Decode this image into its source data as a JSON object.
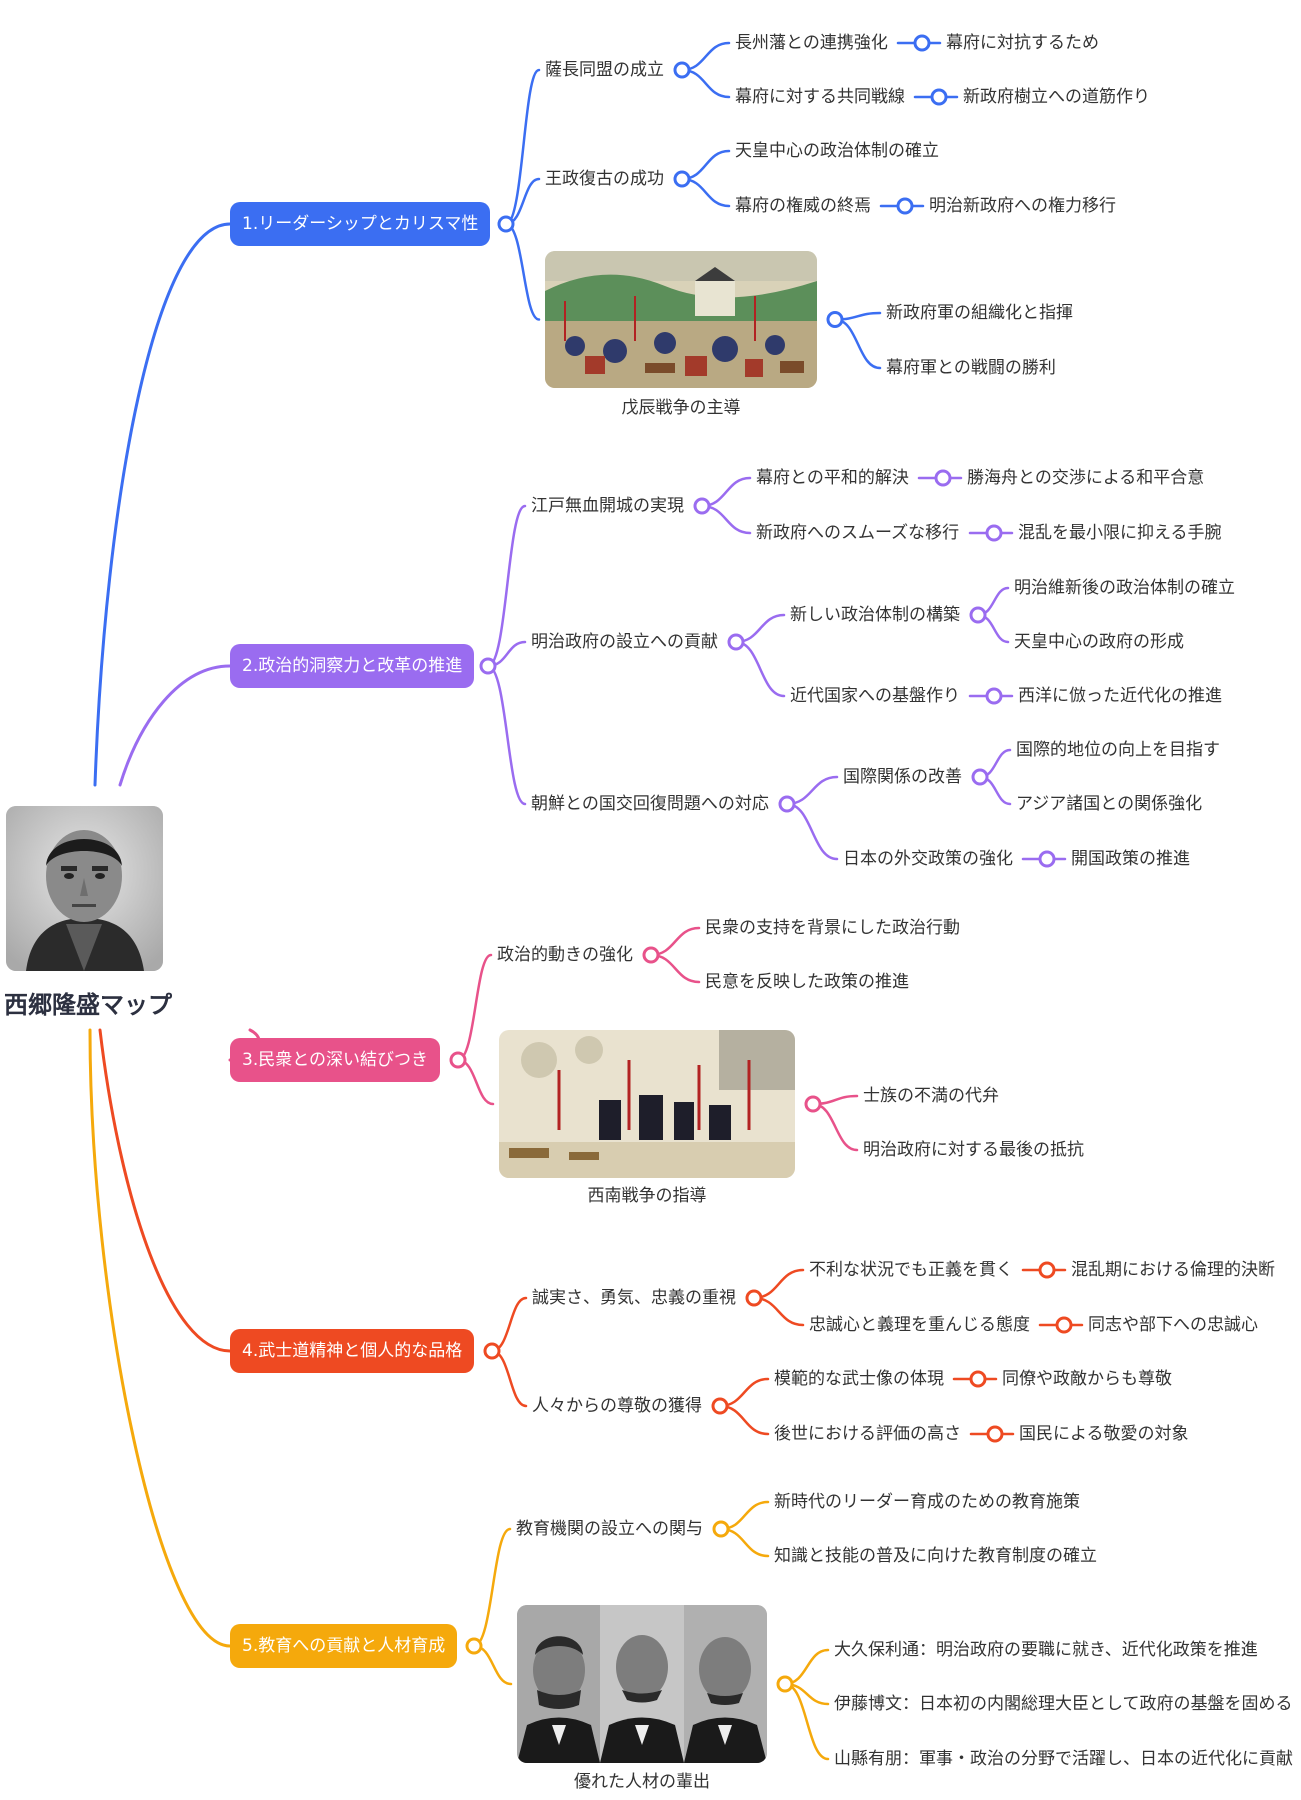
{
  "root": {
    "title": "西郷隆盛マップ",
    "portrait_icon": "portrait-saigo"
  },
  "branches": [
    {
      "label": "1.リーダーシップとカリスマ性",
      "color": "#3b6ef2",
      "children": [
        {
          "label": "薩長同盟の成立",
          "children": [
            {
              "label": "長州藩との連携強化",
              "children": [
                {
                  "label": "幕府に対抗するため"
                }
              ]
            },
            {
              "label": "幕府に対する共同戦線",
              "children": [
                {
                  "label": "新政府樹立への道筋作り"
                }
              ]
            }
          ]
        },
        {
          "label": "王政復古の成功",
          "children": [
            {
              "label": "天皇中心の政治体制の確立"
            },
            {
              "label": "幕府の権威の終焉",
              "children": [
                {
                  "label": "明治新政府への権力移行"
                }
              ]
            }
          ]
        },
        {
          "label": "戊辰戦争の主導",
          "image": "woodblock-battle-image",
          "children": [
            {
              "label": "新政府軍の組織化と指揮"
            },
            {
              "label": "幕府軍との戦闘の勝利"
            }
          ]
        }
      ]
    },
    {
      "label": "2.政治的洞察力と改革の推進",
      "color": "#9a6cf0",
      "children": [
        {
          "label": "江戸無血開城の実現",
          "children": [
            {
              "label": "幕府との平和的解決",
              "children": [
                {
                  "label": "勝海舟との交渉による和平合意"
                }
              ]
            },
            {
              "label": "新政府へのスムーズな移行",
              "children": [
                {
                  "label": "混乱を最小限に抑える手腕"
                }
              ]
            }
          ]
        },
        {
          "label": "明治政府の設立への貢献",
          "children": [
            {
              "label": "新しい政治体制の構築",
              "children": [
                {
                  "label": "明治維新後の政治体制の確立"
                },
                {
                  "label": "天皇中心の政府の形成"
                }
              ]
            },
            {
              "label": "近代国家への基盤作り",
              "children": [
                {
                  "label": "西洋に倣った近代化の推進"
                }
              ]
            }
          ]
        },
        {
          "label": "朝鮮との国交回復問題への対応",
          "children": [
            {
              "label": "国際関係の改善",
              "children": [
                {
                  "label": "国際的地位の向上を目指す"
                },
                {
                  "label": "アジア諸国との関係強化"
                }
              ]
            },
            {
              "label": "日本の外交政策の強化",
              "children": [
                {
                  "label": "開国政策の推進"
                }
              ]
            }
          ]
        }
      ]
    },
    {
      "label": "3.民衆との深い結びつき",
      "color": "#e8528a",
      "children": [
        {
          "label": "政治的動きの強化",
          "children": [
            {
              "label": "民衆の支持を背景にした政治行動"
            },
            {
              "label": "民意を反映した政策の推進"
            }
          ]
        },
        {
          "label": "西南戦争の指導",
          "image": "woodblock-seinan-image",
          "children": [
            {
              "label": "士族の不満の代弁"
            },
            {
              "label": "明治政府に対する最後の抵抗"
            }
          ]
        }
      ]
    },
    {
      "label": "4.武士道精神と個人的な品格",
      "color": "#ee4a22",
      "children": [
        {
          "label": "誠実さ、勇気、忠義の重視",
          "children": [
            {
              "label": "不利な状況でも正義を貫く",
              "children": [
                {
                  "label": "混乱期における倫理的決断"
                }
              ]
            },
            {
              "label": "忠誠心と義理を重んじる態度",
              "children": [
                {
                  "label": "同志や部下への忠誠心"
                }
              ]
            }
          ]
        },
        {
          "label": "人々からの尊敬の獲得",
          "children": [
            {
              "label": "模範的な武士像の体現",
              "children": [
                {
                  "label": "同僚や政敵からも尊敬"
                }
              ]
            },
            {
              "label": "後世における評価の高さ",
              "children": [
                {
                  "label": "国民による敬愛の対象"
                }
              ]
            }
          ]
        }
      ]
    },
    {
      "label": "5.教育への貢献と人材育成",
      "color": "#f5a90c",
      "children": [
        {
          "label": "教育機関の設立への関与",
          "children": [
            {
              "label": "新時代のリーダー育成のための教育施策"
            },
            {
              "label": "知識と技能の普及に向けた教育制度の確立"
            }
          ]
        },
        {
          "label": "優れた人材の輩出",
          "image": "three-portraits-image",
          "children": [
            {
              "label": "大久保利通：明治政府の要職に就き、近代化政策を推進"
            },
            {
              "label": "伊藤博文：日本初の内閣総理大臣として政府の基盤を固める"
            },
            {
              "label": "山縣有朋：軍事・政治の分野で活躍し、日本の近代化に貢献"
            }
          ]
        }
      ]
    }
  ]
}
